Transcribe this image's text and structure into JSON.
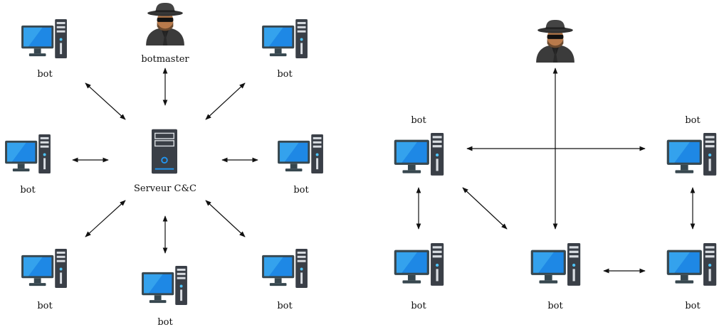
{
  "labels": {
    "bot": "bot",
    "botmaster": "botmaster",
    "server": "Serveur C&C"
  },
  "colors": {
    "screen": "#1e88e5",
    "screen_glare": "#4fc3f7",
    "monitor_frame": "#37474f",
    "tower": "#3a3f47",
    "tower_light": "#d9dde2",
    "server_accent": "#2196f3",
    "arrow": "#111111",
    "hacker_coat": "#3b3b3b",
    "hacker_skin": "#b87a4b",
    "hacker_hat": "#444444"
  },
  "icons": {
    "computer": "desktop-computer-icon",
    "server": "server-tower-icon",
    "botmaster": "hacker-icon"
  }
}
